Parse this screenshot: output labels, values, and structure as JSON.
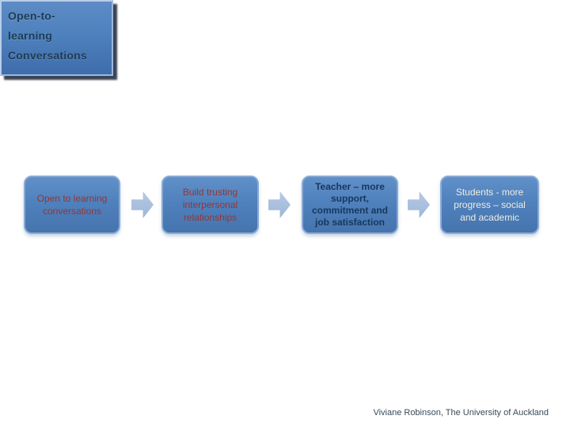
{
  "slide": {
    "background": "#ffffff"
  },
  "title_box": {
    "full_text": "Open-to-learning Conversations",
    "lines": [
      "Open-to-",
      "learning",
      "Conversations"
    ],
    "fill": "#4f81bd",
    "text_color": "#1f3a52",
    "shadow_color": "#1c2236"
  },
  "flow": {
    "box_fill": "#4f81bd",
    "box_border": "#8aaad6",
    "arrow_color": "#a7bedd",
    "arrow_icon": "right-block-arrow",
    "boxes": [
      {
        "label": "Open to learning conversations",
        "text_color": "#943634",
        "bold": false
      },
      {
        "label": "Build trusting interpersonal relationships",
        "text_color": "#943634",
        "bold": false
      },
      {
        "label": "Teacher – more support, commitment and job satisfaction",
        "text_color": "#17375e",
        "bold": true
      },
      {
        "label": "Students  - more progress – social and academic",
        "text_color": "#eeece1",
        "bold": false
      }
    ]
  },
  "footer": {
    "credit": "Viviane Robinson, The University of Auckland",
    "text_color": "#394a57"
  }
}
